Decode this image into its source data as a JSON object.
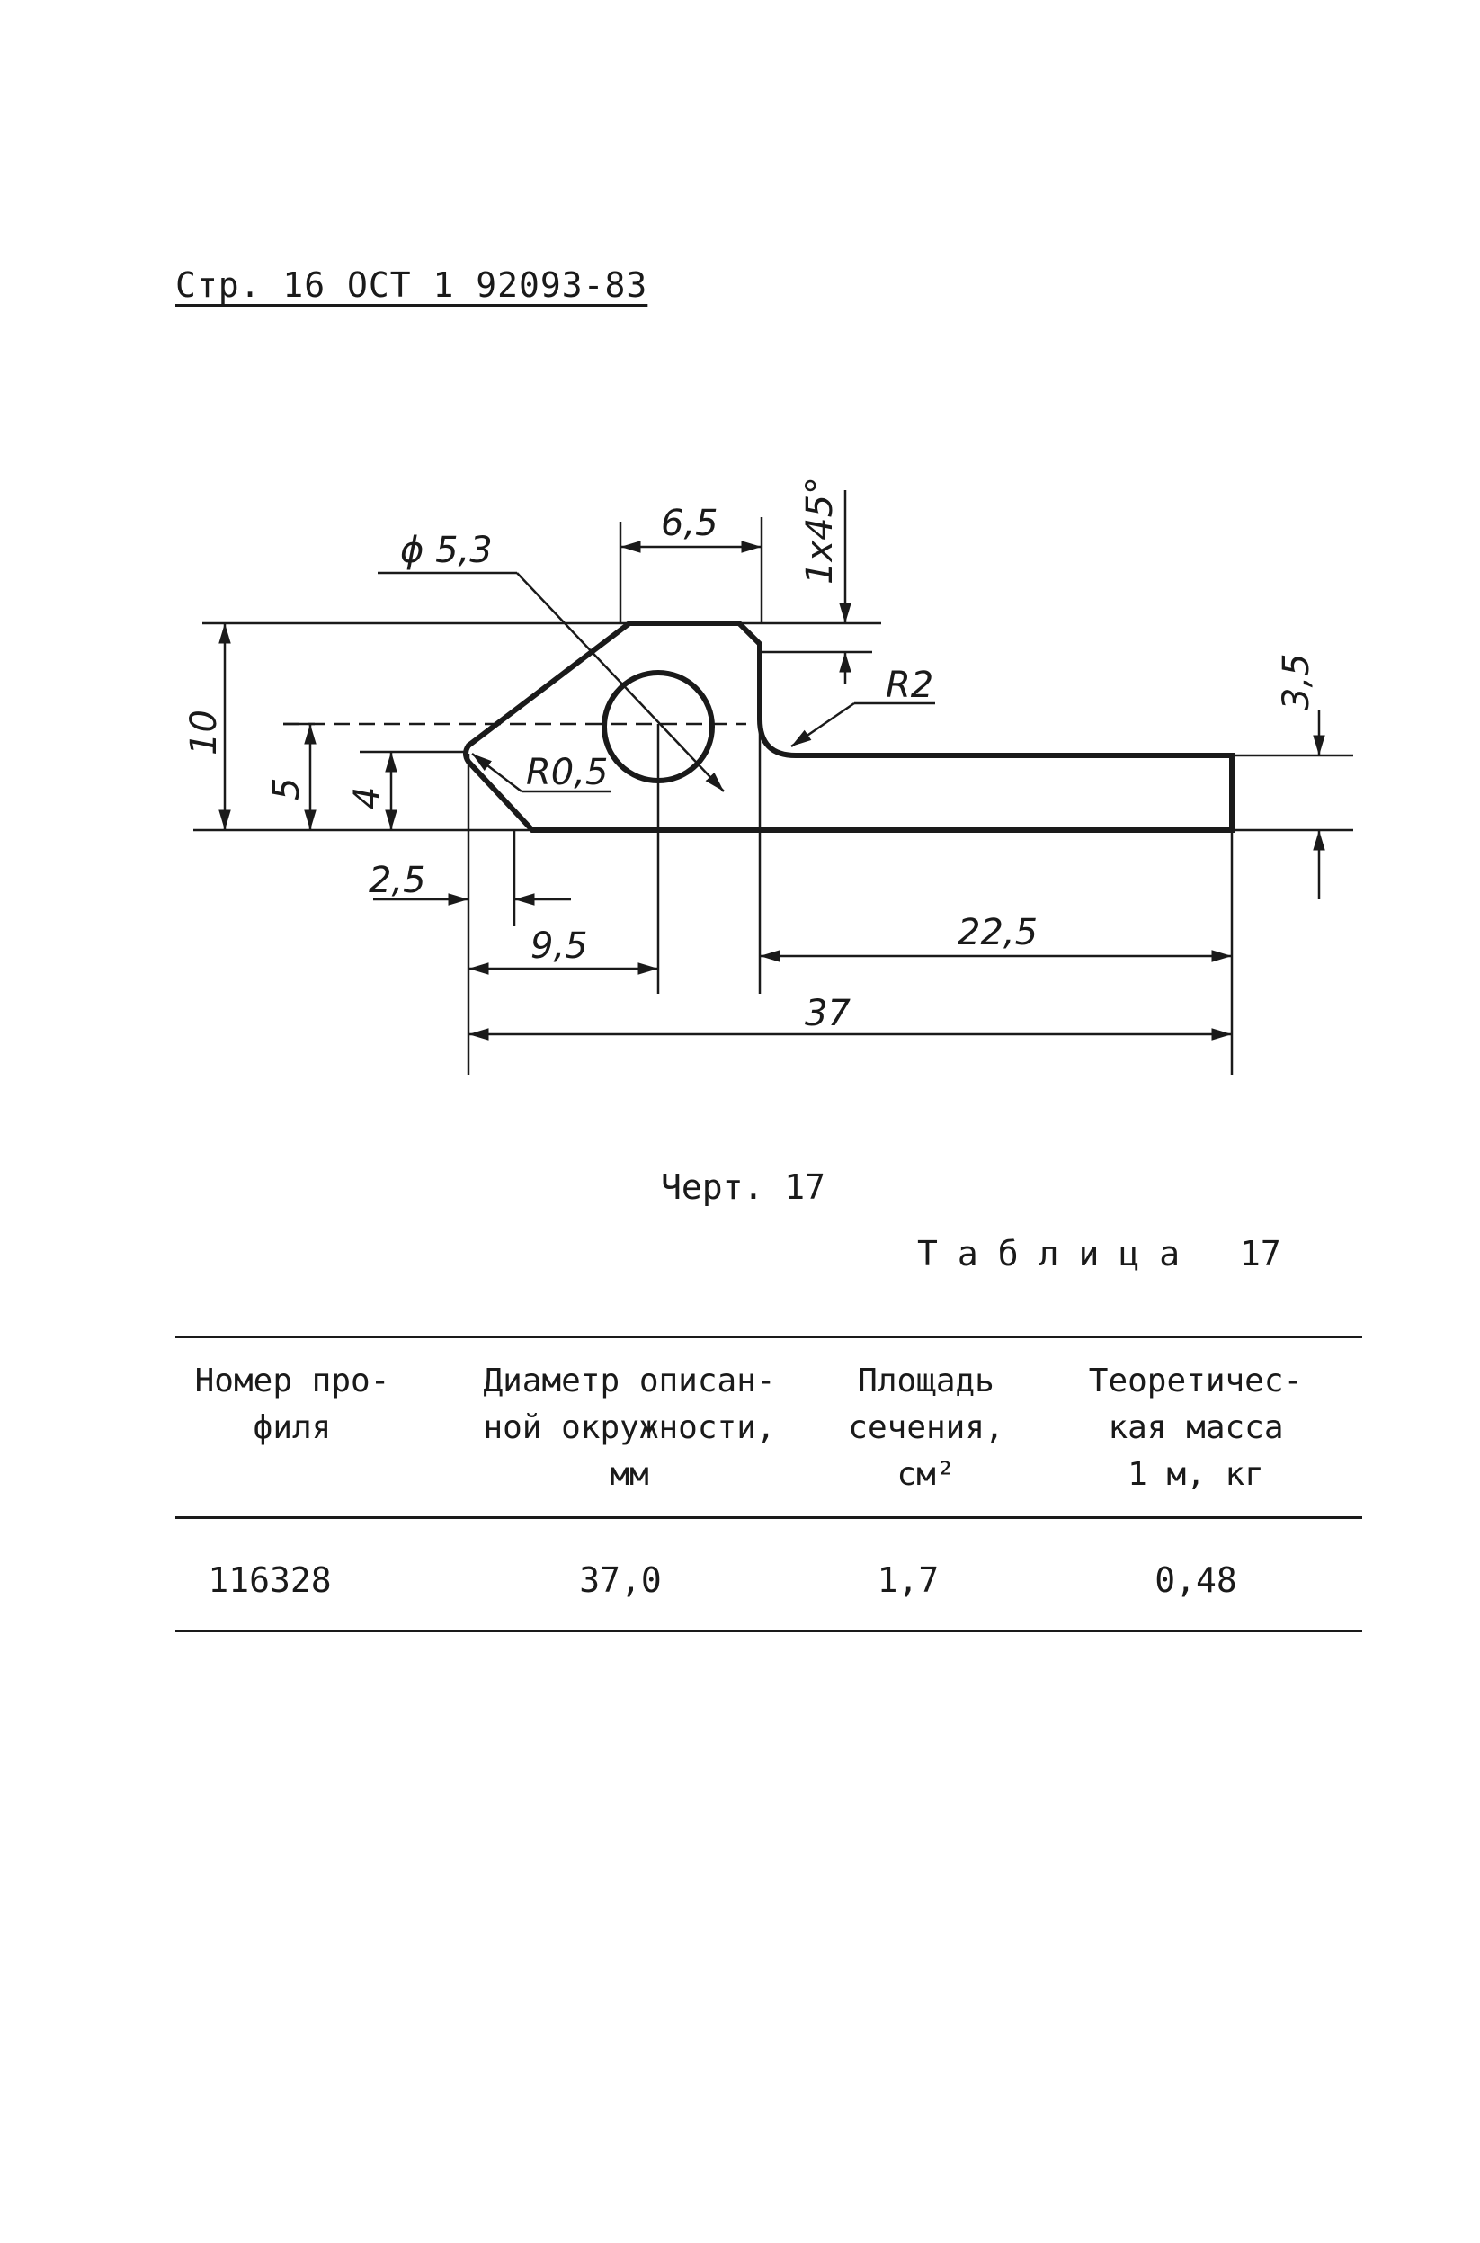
{
  "header": "Стр. 16 ОСТ 1 92093-83",
  "drawing": {
    "dims": {
      "d1": "6,5",
      "d2": "ϕ 5,3",
      "d3": "1x45°",
      "d4": "R2",
      "d5": "3,5",
      "d6": "10",
      "d7": "5",
      "d8": "4",
      "d9": "R0,5",
      "d10": "2,5",
      "d11": "9,5",
      "d12": "22,5",
      "d13": "37"
    }
  },
  "caption": "Черт. 17",
  "table_label": {
    "word": "Таблица",
    "number": "17"
  },
  "table": {
    "headers": [
      [
        "Номер про-",
        "филя"
      ],
      [
        "Диаметр описан-",
        "ной окружности,",
        "мм"
      ],
      [
        "Площадь",
        "сечения,",
        "см²"
      ],
      [
        "Теоретичес-",
        "кая масса",
        "1 м, кг"
      ]
    ],
    "rows": [
      [
        "116328",
        "37,0",
        "1,7",
        "0,48"
      ]
    ]
  }
}
